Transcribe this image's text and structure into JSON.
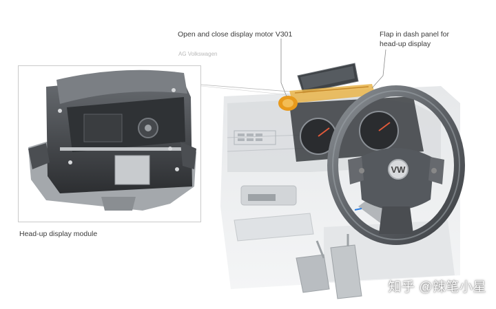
{
  "labels": {
    "motor": "Open and close display motor V301",
    "flap_line1": "Flap in dash panel for",
    "flap_line2": "head-up display",
    "module": "Head-up display module"
  },
  "faint_text": "AG  Volkswagen",
  "watermark": "知乎 @辣笔小星",
  "colors": {
    "motor_highlight": "#e89a1c",
    "leader_line": "#888888",
    "frame": "#c9c9c9"
  }
}
